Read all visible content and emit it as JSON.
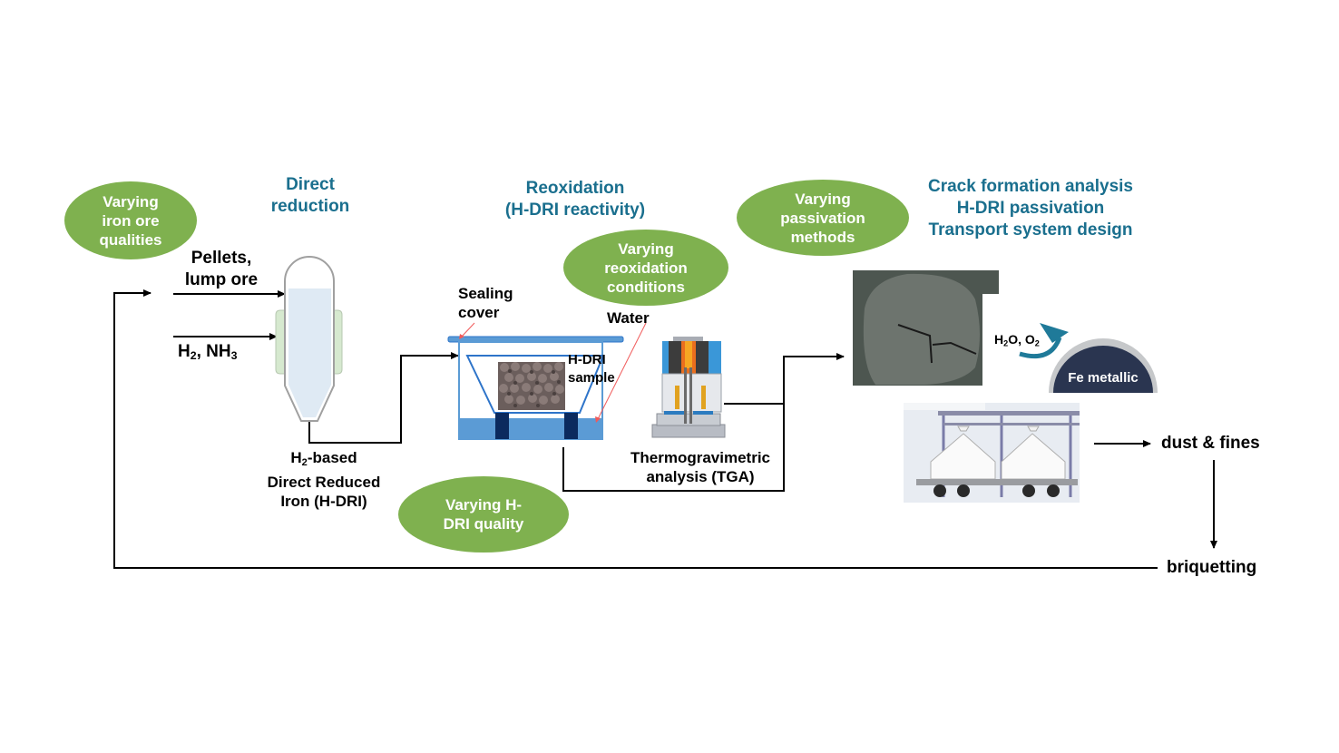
{
  "headings": {
    "direct_reduction": [
      "Direct",
      "reduction"
    ],
    "reoxidation": [
      "Reoxidation",
      "(H-DRI reactivity)"
    ],
    "analysis": [
      "Crack formation analysis",
      "H-DRI passivation",
      "Transport system design"
    ]
  },
  "ellipses": {
    "iron_ore": [
      "Varying",
      "iron ore",
      "qualities"
    ],
    "reoxidation_conditions": [
      "Varying",
      "reoxidation",
      "conditions"
    ],
    "passivation": [
      "Varying",
      "passivation",
      "methods"
    ],
    "hdri_quality": [
      "Varying H-",
      "DRI quality"
    ]
  },
  "labels": {
    "pellets": [
      "Pellets,",
      "lump ore"
    ],
    "gas_h": "H",
    "gas_h_sub": "2",
    "gas_rest": ", NH",
    "gas_rest_sub": "3",
    "hdri_line1_h": "H",
    "hdri_line1_sub": "2",
    "hdri_line1_rest": "-based",
    "hdri_line2": "Direct Reduced",
    "hdri_line3": "Iron (H-DRI)",
    "sealing_cover": [
      "Sealing",
      "cover"
    ],
    "water": "Water",
    "sample": [
      "H-DRI",
      "sample"
    ],
    "tga": [
      "Thermogravimetric",
      "analysis (TGA)"
    ],
    "reactants_h": "H",
    "reactants_h_sub": "2",
    "reactants_o": "O, O",
    "reactants_o_sub": "2",
    "fe_metallic": "Fe metallic",
    "dust_fines": "dust & fines",
    "briquetting": "briquetting"
  },
  "colors": {
    "ellipse_green": "#7fb14f",
    "heading_teal": "#1a6f8e",
    "vessel_blue": "#5b9bd5",
    "frame_blue": "#2e74c9",
    "pillar_navy": "#0b2a5e",
    "pointer_red": "#f05a5a",
    "arrow_teal": "#1f7a99"
  }
}
